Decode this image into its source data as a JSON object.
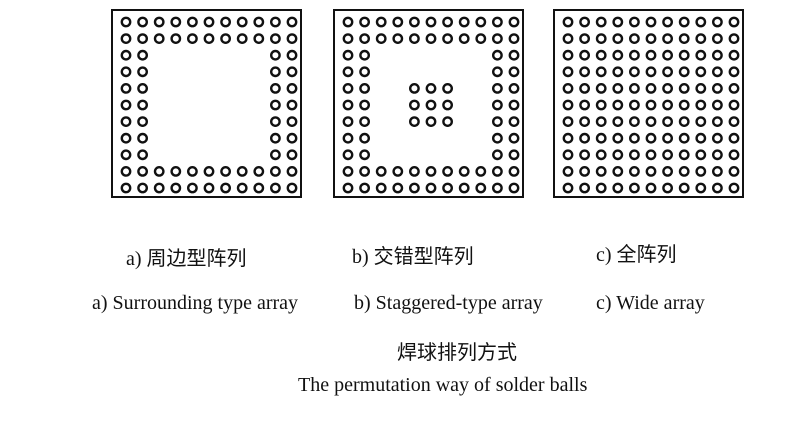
{
  "figure": {
    "grid_size": 11,
    "ball_stroke_color": "#111111",
    "panels": [
      {
        "id": "a",
        "pattern": "perimeter",
        "perimeter_rows": 2,
        "center_block": null,
        "label_cn": "a)  周边型阵列",
        "label_en": "a) Surrounding type array"
      },
      {
        "id": "b",
        "pattern": "staggered",
        "perimeter_rows": 2,
        "center_block": {
          "rows": [
            4,
            6
          ],
          "cols": [
            4,
            6
          ]
        },
        "label_cn": "b)  交错型阵列",
        "label_en": "b) Staggered-type array"
      },
      {
        "id": "c",
        "pattern": "full",
        "perimeter_rows": 11,
        "center_block": null,
        "label_cn": "c)  全阵列",
        "label_en": "c) Wide array"
      }
    ],
    "caption_cn": "焊球排列方式",
    "caption_en": "The permutation way of solder balls"
  }
}
